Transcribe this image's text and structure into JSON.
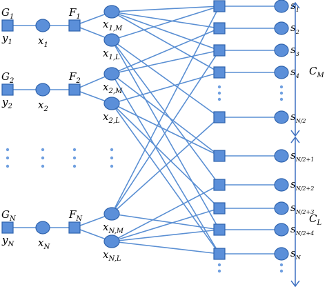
{
  "groups": [
    {
      "G": "G",
      "G_sub": "1",
      "y": "y",
      "y_sub": "1",
      "x": "x",
      "x_sub": "1",
      "F": "F",
      "F_sub": "1",
      "xm": "x",
      "xm_sub": "1,M",
      "xl": "x",
      "xl_sub": "1,L"
    },
    {
      "G": "G",
      "G_sub": "2",
      "y": "y",
      "y_sub": "2",
      "x": "x",
      "x_sub": "2",
      "F": "F",
      "F_sub": "2",
      "xm": "x",
      "xm_sub": "2,M",
      "xl": "x",
      "xl_sub": "2,L"
    },
    {
      "G": "G",
      "G_sub": "N",
      "y": "y",
      "y_sub": "N",
      "x": "x",
      "x_sub": "N",
      "F": "F",
      "F_sub": "N",
      "xm": "x",
      "xm_sub": "N,M",
      "xl": "x",
      "xl_sub": "N,L"
    }
  ],
  "s_labels": [
    {
      "base": "s",
      "sub": "1"
    },
    {
      "base": "s",
      "sub": "2"
    },
    {
      "base": "s",
      "sub": "3"
    },
    {
      "base": "s",
      "sub": "4"
    },
    {
      "base": "s",
      "sub": "N/2"
    },
    {
      "base": "s",
      "sub": "N/2+1"
    },
    {
      "base": "s",
      "sub": "N/2+2"
    },
    {
      "base": "s",
      "sub": "N/2+3"
    },
    {
      "base": "s",
      "sub": "N/2+4"
    },
    {
      "base": "s",
      "sub": "N"
    }
  ],
  "brackets": {
    "cm_base": "C",
    "cm_sub": "M",
    "cl_base": "C",
    "cl_sub": "L"
  },
  "colors": {
    "node": "#5b8fd9",
    "edge": "#5a8fd3"
  }
}
